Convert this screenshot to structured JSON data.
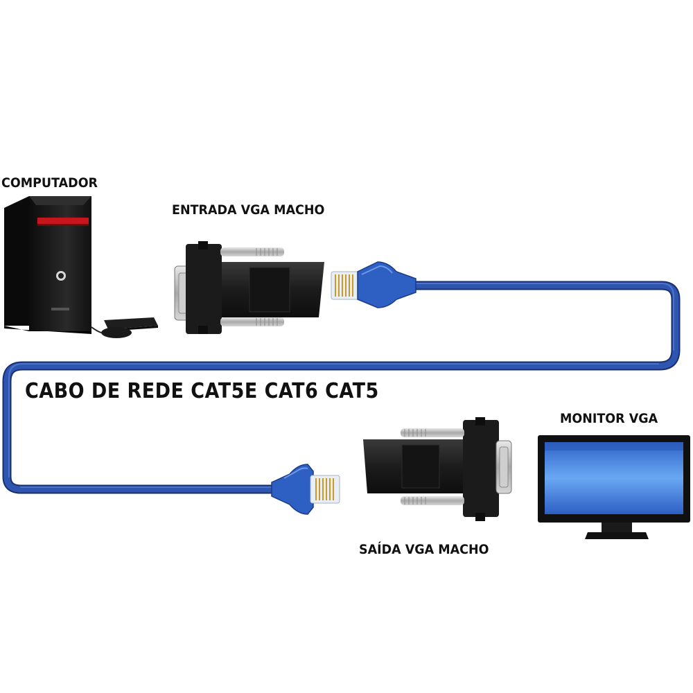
{
  "labels": {
    "computer": "COMPUTADOR",
    "vga_input": "ENTRADA VGA MACHO",
    "network_cable": "CABO DE REDE CAT5E CAT6 CAT5",
    "vga_monitor": "MONITOR VGA",
    "vga_output": "SAÍDA VGA MACHO"
  },
  "icons": {
    "computer": "desktop-tower-icon",
    "keyboard": "keyboard-icon",
    "mouse": "mouse-icon",
    "adapter_in": "vga-to-rj45-adapter-icon",
    "adapter_out": "vga-to-rj45-adapter-icon",
    "plug_in": "rj45-plug-icon",
    "plug_out": "rj45-plug-icon",
    "monitor": "monitor-icon"
  },
  "colors": {
    "cable": "#2b4ea3",
    "adapter": "#1f1f1f",
    "tower": "#141414",
    "tower_stripe": "#c4161c",
    "monitor_screen": "#3f7fe0"
  }
}
